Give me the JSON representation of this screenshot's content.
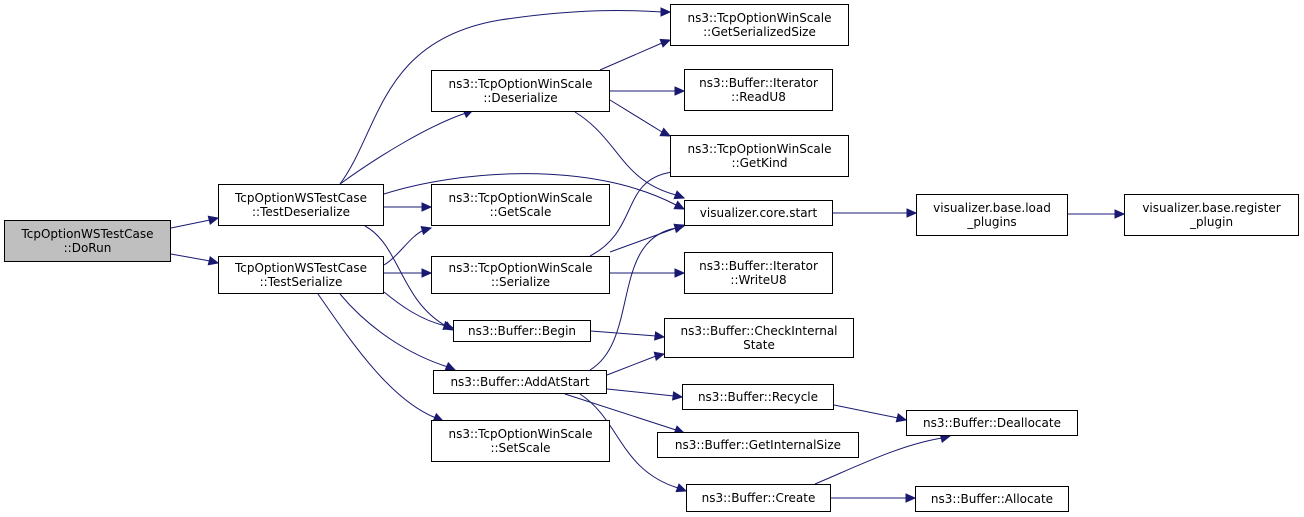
{
  "colors": {
    "edge": "#191970",
    "node_fill": "#ffffff",
    "root_fill": "#bfbfbf",
    "border": "#000000"
  },
  "nodes": {
    "dorun": "TcpOptionWSTestCase\n::DoRun",
    "testdeserialize": "TcpOptionWSTestCase\n::TestDeserialize",
    "testserialize": "TcpOptionWSTestCase\n::TestSerialize",
    "deserialize": "ns3::TcpOptionWinScale\n::Deserialize",
    "getscale": "ns3::TcpOptionWinScale\n::GetScale",
    "serialize": "ns3::TcpOptionWinScale\n::Serialize",
    "begin": "ns3::Buffer::Begin",
    "addatstart": "ns3::Buffer::AddAtStart",
    "setscale": "ns3::TcpOptionWinScale\n::SetScale",
    "getserializedsize": "ns3::TcpOptionWinScale\n::GetSerializedSize",
    "readu8": "ns3::Buffer::Iterator\n::ReadU8",
    "getkind": "ns3::TcpOptionWinScale\n::GetKind",
    "corestart": "visualizer.core.start",
    "writeu8": "ns3::Buffer::Iterator\n::WriteU8",
    "checkinternalstate": "ns3::Buffer::CheckInternal\nState",
    "recycle": "ns3::Buffer::Recycle",
    "getinternalsize": "ns3::Buffer::GetInternalSize",
    "create": "ns3::Buffer::Create",
    "loadplugins": "visualizer.base.load\n_plugins",
    "registerplugin": "visualizer.base.register\n_plugin",
    "deallocate": "ns3::Buffer::Deallocate",
    "allocate": "ns3::Buffer::Allocate"
  }
}
